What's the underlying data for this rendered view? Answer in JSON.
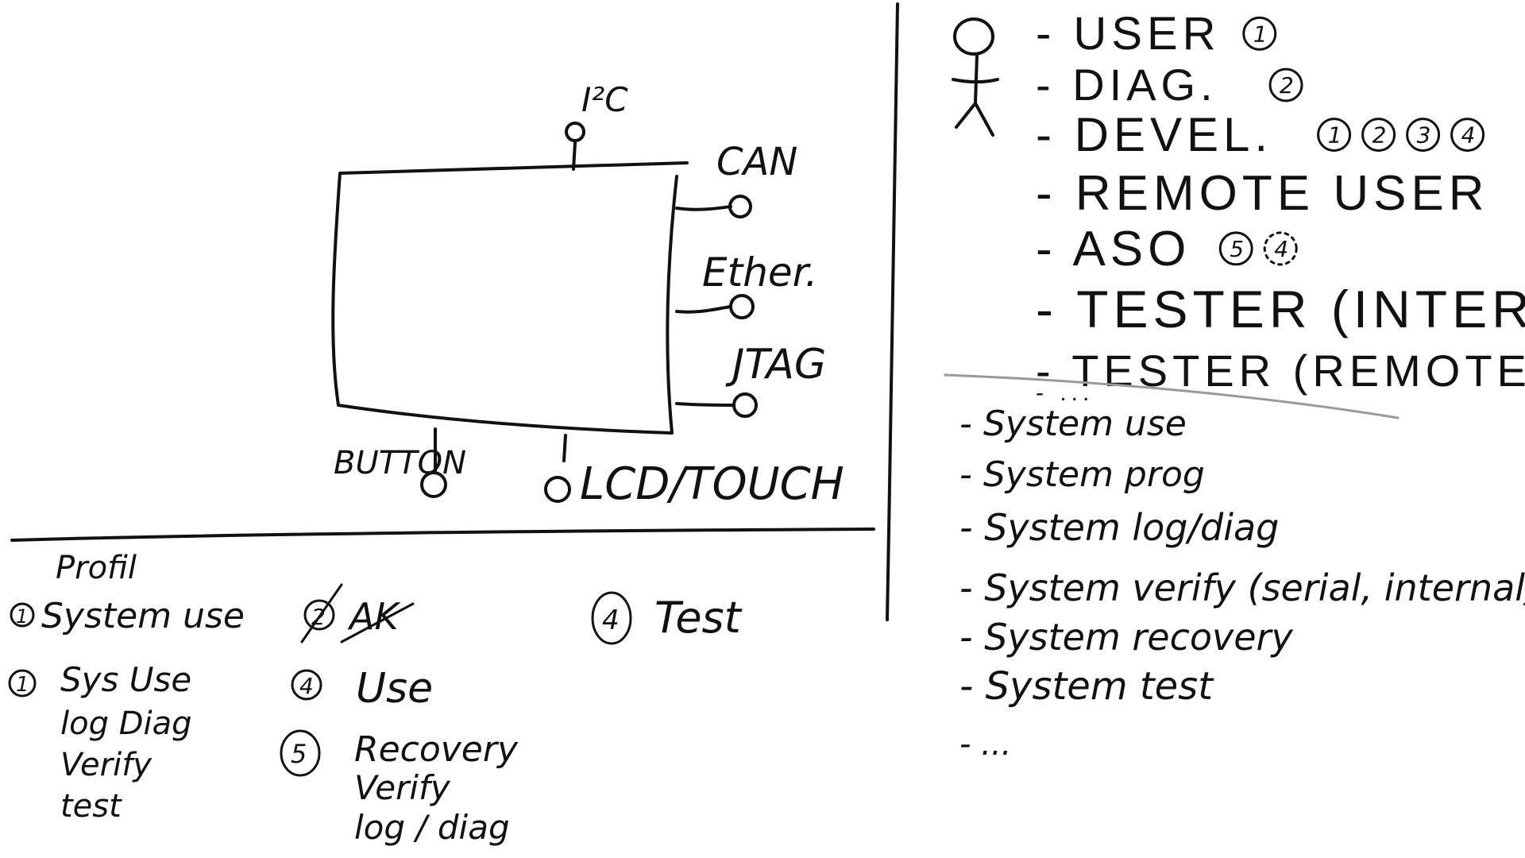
{
  "device": {
    "interfaces": {
      "i2c": "I²C",
      "can": "CAN",
      "ether": "Ether.",
      "jtag": "JTAG",
      "button": "BUTTON",
      "lcd": "LCD/TOUCH"
    }
  },
  "profile": {
    "heading": "Profil",
    "items": [
      {
        "num": "1",
        "lines": [
          "System use"
        ],
        "struck": false
      },
      {
        "num": "2",
        "lines": [
          "AK"
        ],
        "struck": true
      },
      {
        "num": "4",
        "lines": [
          "Test"
        ],
        "struck": false
      },
      {
        "num": "1",
        "lines": [
          "Sys Use",
          "log Diag",
          "Verify",
          "test"
        ],
        "struck": false
      },
      {
        "num": "4",
        "lines": [
          "Use"
        ],
        "struck": false
      },
      {
        "num": "5",
        "lines": [
          "Recovery",
          "Verify",
          "log / diag"
        ],
        "struck": false
      }
    ]
  },
  "roles": {
    "items": [
      {
        "label": "- USER",
        "badges": [
          "1"
        ]
      },
      {
        "label": "- DIAG.",
        "badges": [
          "2"
        ]
      },
      {
        "label": "- DEVEL.",
        "badges": [
          "1",
          "2",
          "3",
          "4"
        ]
      },
      {
        "label": "- REMOTE USER",
        "badges": []
      },
      {
        "label": "- ASO",
        "badges": [
          "5",
          "4"
        ]
      },
      {
        "label": "- TESTER (INTERNAL)",
        "badges": []
      },
      {
        "label": "- TESTER (REMOTE)",
        "badges": []
      },
      {
        "label": "- ...",
        "badges": []
      }
    ]
  },
  "functions": {
    "items": [
      "- System use",
      "- System prog",
      "- System log/diag",
      "- System verify (serial, internal)",
      "- System recovery",
      "- System test",
      "- ..."
    ]
  }
}
